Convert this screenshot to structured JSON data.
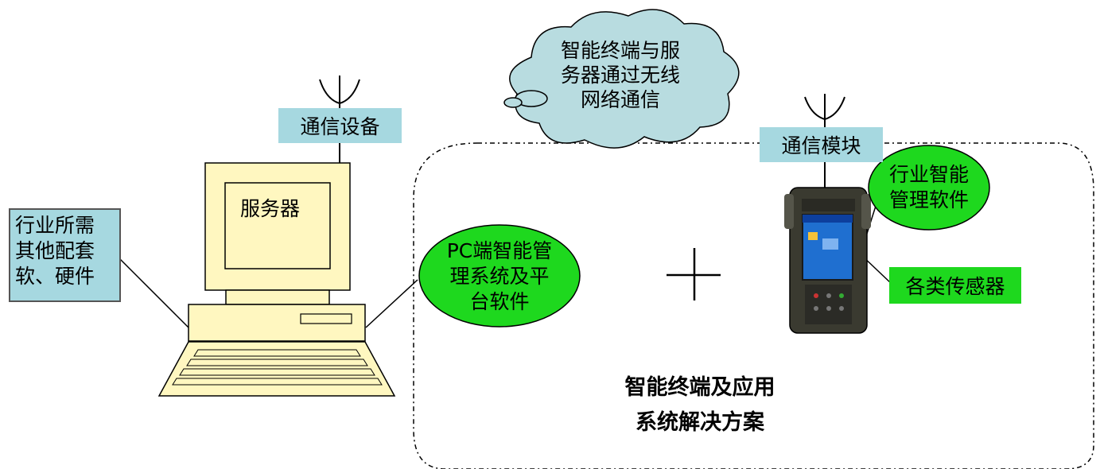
{
  "diagram": {
    "comm_device_label": "通信设备",
    "server_label": "服务器",
    "industry_box_text": "行业所需\n其他配套\n软、硬件",
    "pc_ellipse_text": "PC端智能管\n理系统及平\n台软件",
    "cloud_text": "智能终端与服\n务器通过无线\n网络通信",
    "comm_module_label": "通信模块",
    "industry_software_text": "行业智能\n管理软件",
    "sensors_label": "各类传感器",
    "plus_sign": "+",
    "solution_caption": "智能终端及应用\n系统解决方案"
  },
  "colors": {
    "label_blue": "#a6d8e0",
    "ellipse_green": "#1ed81e",
    "monitor_cream": "#fff7c0",
    "cloud_fill": "#b8dce0",
    "device_dark": "#3a3a30"
  }
}
